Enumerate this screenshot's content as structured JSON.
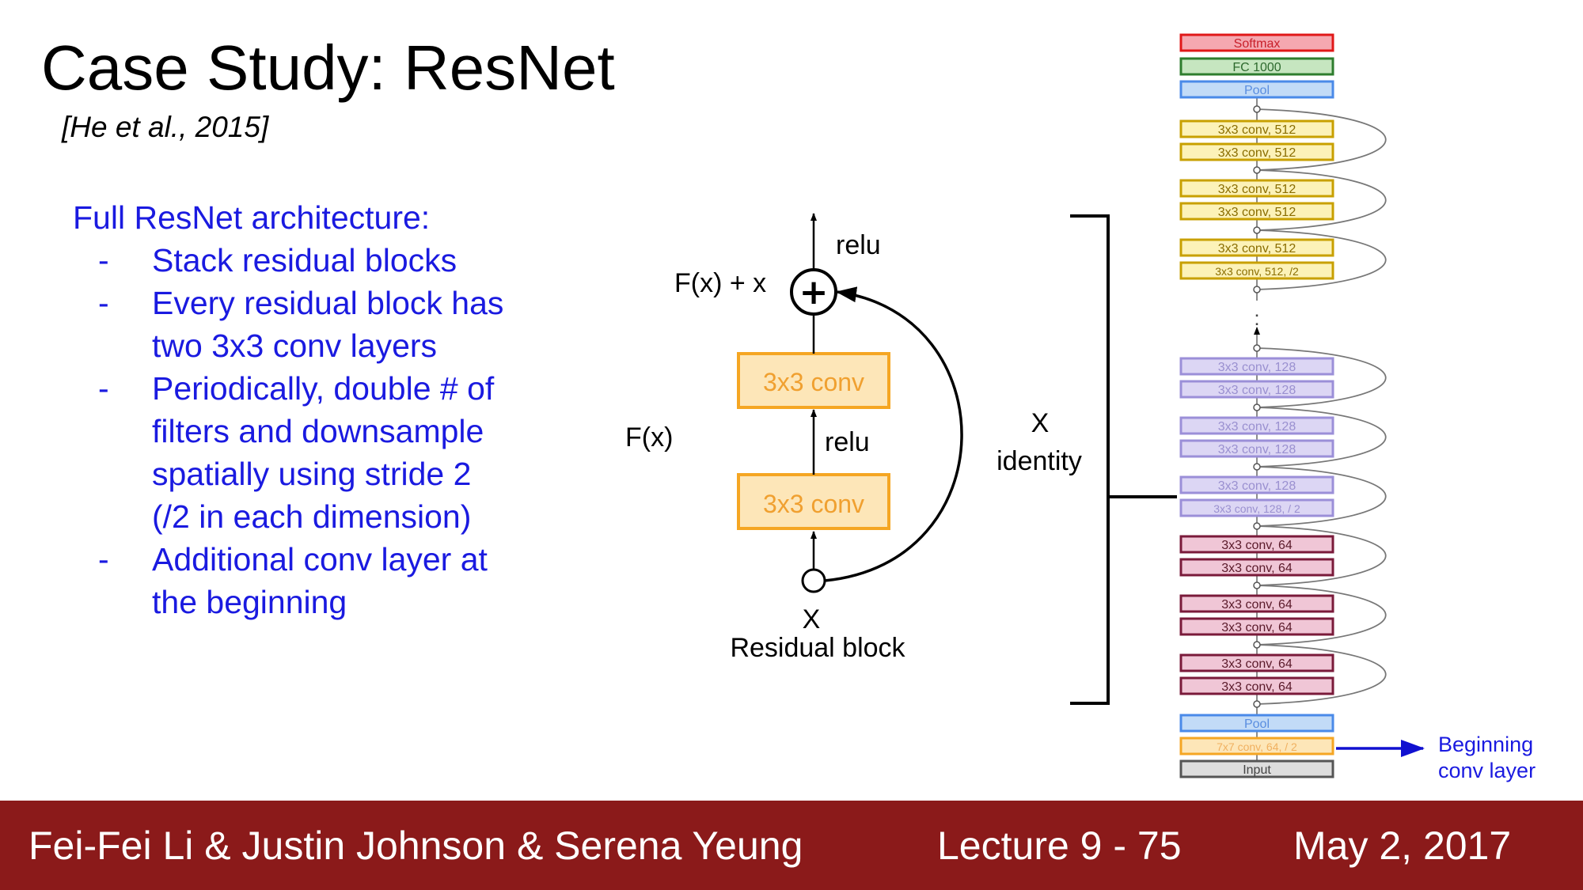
{
  "slide": {
    "title": "Case Study: ResNet",
    "citation": "[He et al., 2015]"
  },
  "bullets": {
    "heading": "Full ResNet architecture:",
    "items": [
      [
        "Stack residual blocks"
      ],
      [
        "Every residual block has",
        "two 3x3 conv layers"
      ],
      [
        "Periodically, double # of",
        "filters and downsample",
        "spatially using stride 2",
        "(/2 in each dimension)"
      ],
      [
        "Additional conv layer at",
        "the beginning"
      ]
    ]
  },
  "residual_block": {
    "out_activation": "relu",
    "sum_label": "F(x) + x",
    "plus_symbol": "+",
    "fx_label": "F(x)",
    "conv_top": "3x3 conv",
    "mid_activation": "relu",
    "conv_bottom": "3x3 conv",
    "x_label": "X",
    "caption": "Residual block",
    "skip_x": "X",
    "skip_identity": "identity"
  },
  "network_stack": {
    "layers": [
      {
        "label": "Softmax",
        "group": "softmax"
      },
      {
        "label": "FC 1000",
        "group": "fc"
      },
      {
        "label": "Pool",
        "group": "pool"
      },
      {
        "label": "3x3 conv, 512",
        "group": "c512"
      },
      {
        "label": "3x3 conv, 512",
        "group": "c512"
      },
      {
        "label": "3x3 conv, 512",
        "group": "c512"
      },
      {
        "label": "3x3 conv, 512",
        "group": "c512"
      },
      {
        "label": "3x3 conv, 512",
        "group": "c512"
      },
      {
        "label": "3x3 conv, 512, /2",
        "group": "c512"
      },
      {
        "label": "3x3 conv, 128",
        "group": "c128"
      },
      {
        "label": "3x3 conv, 128",
        "group": "c128"
      },
      {
        "label": "3x3 conv, 128",
        "group": "c128"
      },
      {
        "label": "3x3 conv, 128",
        "group": "c128"
      },
      {
        "label": "3x3 conv, 128",
        "group": "c128"
      },
      {
        "label": "3x3 conv, 128, / 2",
        "group": "c128"
      },
      {
        "label": "3x3 conv, 64",
        "group": "c64"
      },
      {
        "label": "3x3 conv, 64",
        "group": "c64"
      },
      {
        "label": "3x3 conv, 64",
        "group": "c64"
      },
      {
        "label": "3x3 conv, 64",
        "group": "c64"
      },
      {
        "label": "3x3 conv, 64",
        "group": "c64"
      },
      {
        "label": "3x3 conv, 64",
        "group": "c64"
      },
      {
        "label": "Pool",
        "group": "pool"
      },
      {
        "label": "7x7 conv, 64, / 2",
        "group": "c7"
      },
      {
        "label": "Input",
        "group": "input"
      }
    ],
    "group_colors": {
      "softmax": {
        "stroke": "#e01818",
        "fill": "#f5a8b0",
        "text": "#c8202a"
      },
      "fc": {
        "stroke": "#2e7d2e",
        "fill": "#c6e6c0",
        "text": "#2e6a2e"
      },
      "pool": {
        "stroke": "#4a8ae8",
        "fill": "#c2dbf7",
        "text": "#5a8ee0"
      },
      "c512": {
        "stroke": "#c8a000",
        "fill": "#fcf2b8",
        "text": "#8a6d00"
      },
      "c128": {
        "stroke": "#9b8fd8",
        "fill": "#dcd6f4",
        "text": "#9a90d0"
      },
      "c64": {
        "stroke": "#7a1a3a",
        "fill": "#f0c6d6",
        "text": "#5a1a2a"
      },
      "c7": {
        "stroke": "#f5a623",
        "fill": "#fde6b8",
        "text": "#f0b060"
      },
      "input": {
        "stroke": "#555555",
        "fill": "#dddddd",
        "text": "#444444"
      }
    },
    "ellipsis": ":",
    "annotation": [
      "Beginning",
      "conv layer"
    ]
  },
  "colors": {
    "bullet_text": "#1a1ae0",
    "conv_box_stroke": "#f5a623",
    "conv_box_fill": "#fde6b8",
    "footer_bg": "#8b1a1a"
  },
  "footer": {
    "authors": "Fei-Fei Li & Justin Johnson & Serena Yeung",
    "lecture": "Lecture 9 - 75",
    "date": "May 2, 2017"
  }
}
